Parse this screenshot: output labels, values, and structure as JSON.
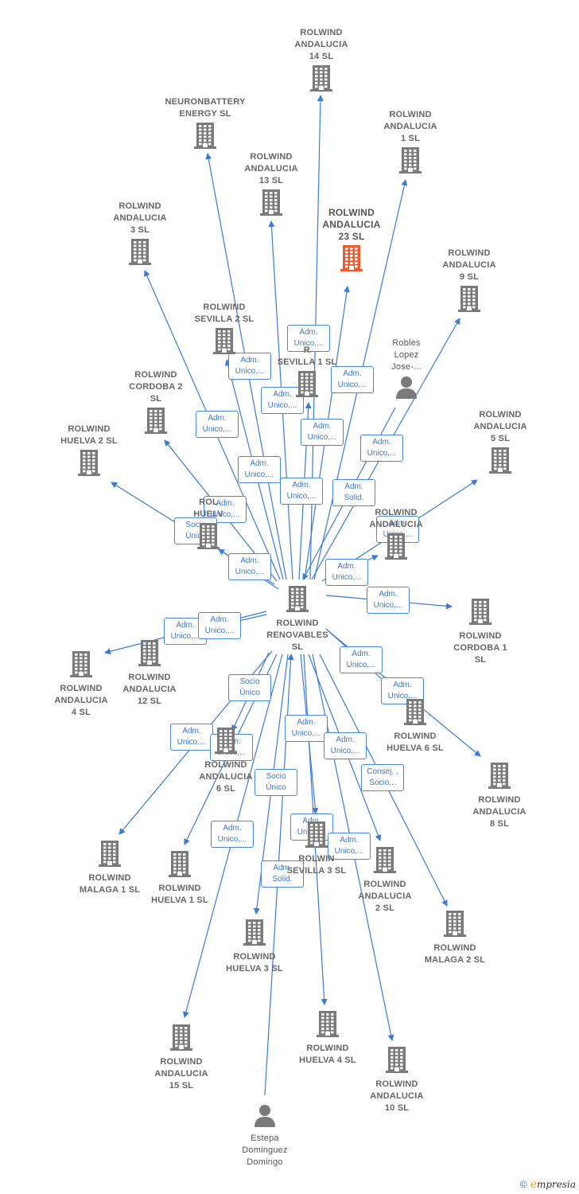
{
  "colors": {
    "edge": "#3a7bd5",
    "building": "#7a7a7a",
    "building_highlight": "#ee5a2f",
    "person": "#7a7a7a",
    "label": "#666666",
    "edge_label_text": "#3c78d2"
  },
  "nodes": [
    {
      "id": "center",
      "label": "ROLWIND\nRENOVABLES\nSL",
      "kind": "company"
    },
    {
      "id": "a14",
      "label": "ROLWIND\nANDALUCIA\n14  SL",
      "kind": "company"
    },
    {
      "id": "neuron",
      "label": "NEURONBATTERY\nENERGY  SL",
      "kind": "company"
    },
    {
      "id": "a1",
      "label": "ROLWIND\nANDALUCIA\n1  SL",
      "kind": "company"
    },
    {
      "id": "a13",
      "label": "ROLWIND\nANDALUCIA\n13  SL",
      "kind": "company"
    },
    {
      "id": "a23",
      "label": "ROLWIND\nANDALUCIA\n23  SL",
      "kind": "company",
      "highlight": true
    },
    {
      "id": "a3",
      "label": "ROLWIND\nANDALUCIA\n3  SL",
      "kind": "company"
    },
    {
      "id": "a9",
      "label": "ROLWIND\nANDALUCIA\n9  SL",
      "kind": "company"
    },
    {
      "id": "sev2",
      "label": "ROLWIND\nSEVILLA 2  SL",
      "kind": "company"
    },
    {
      "id": "sev1",
      "label": "R\nSEVILLA 1  SL",
      "kind": "company"
    },
    {
      "id": "robles",
      "label": "Robles\nLopez\nJose-...",
      "kind": "person"
    },
    {
      "id": "cord2",
      "label": "ROLWIND\nCORDOBA 2\nSL",
      "kind": "company"
    },
    {
      "id": "huel2",
      "label": "ROLWIND\nHUELVA 2  SL",
      "kind": "company"
    },
    {
      "id": "a5",
      "label": "ROLWIND\nANDALUCIA\n5  SL",
      "kind": "company"
    },
    {
      "id": "huelX",
      "label": "ROL\nHUELV",
      "kind": "company"
    },
    {
      "id": "aX",
      "label": "ROLWIND\nANDALUCIA",
      "kind": "company"
    },
    {
      "id": "cord1",
      "label": "ROLWIND\nCORDOBA 1\nSL",
      "kind": "company"
    },
    {
      "id": "a4",
      "label": "ROLWIND\nANDALUCIA\n4  SL",
      "kind": "company"
    },
    {
      "id": "a12",
      "label": "ROLWIND\nANDALUCIA\n12  SL",
      "kind": "company"
    },
    {
      "id": "huel6",
      "label": "ROLWIND\nHUELVA 6  SL",
      "kind": "company"
    },
    {
      "id": "a6",
      "label": "ROLWIND\nANDALUCIA\n6  SL",
      "kind": "company"
    },
    {
      "id": "a8",
      "label": "ROLWIND\nANDALUCIA\n8  SL",
      "kind": "company"
    },
    {
      "id": "mal1",
      "label": "ROLWIND\nMALAGA 1  SL",
      "kind": "company"
    },
    {
      "id": "huel1",
      "label": "ROLWIND\nHUELVA 1  SL",
      "kind": "company"
    },
    {
      "id": "sev3",
      "label": "ROLWIN\nSEVILLA 3  SL",
      "kind": "company"
    },
    {
      "id": "a2",
      "label": "ROLWIND\nANDALUCIA\n2  SL",
      "kind": "company"
    },
    {
      "id": "mal2",
      "label": "ROLWIND\nMALAGA 2  SL",
      "kind": "company"
    },
    {
      "id": "huel3",
      "label": "ROLWIND\nHUELVA 3  SL",
      "kind": "company"
    },
    {
      "id": "a15",
      "label": "ROLWIND\nANDALUCIA\n15  SL",
      "kind": "company"
    },
    {
      "id": "huel4",
      "label": "ROLWIND\nHUELVA 4  SL",
      "kind": "company"
    },
    {
      "id": "a10",
      "label": "ROLWIND\nANDALUCIA\n10  SL",
      "kind": "company"
    },
    {
      "id": "estepa",
      "label": "Estepa\nDominguez\nDomingo",
      "kind": "person"
    }
  ],
  "edges": [
    {
      "from": "center",
      "to": "a14",
      "label": "Adm.\nUnico,..."
    },
    {
      "from": "center",
      "to": "neuron",
      "label": "Adm.\nUnico,..."
    },
    {
      "from": "center",
      "to": "a1",
      "label": "Adm.\nUnico,..."
    },
    {
      "from": "center",
      "to": "a13",
      "label": "Adm.\nUnico,..."
    },
    {
      "from": "center",
      "to": "a23",
      "label": "Adm.\nUnico,..."
    },
    {
      "from": "center",
      "to": "a3",
      "label": "Adm.\nUnico,..."
    },
    {
      "from": "center",
      "to": "a9",
      "label": "Adm.\nUnico,..."
    },
    {
      "from": "center",
      "to": "sev2",
      "label": "Adm.\nUnico,..."
    },
    {
      "from": "center",
      "to": "sev1",
      "label": "Adm.\nUnico,..."
    },
    {
      "from": "robles",
      "to": "center",
      "label": "Adm.\nSolid."
    },
    {
      "from": "center",
      "to": "cord2",
      "label": "Adm.\nUnico,..."
    },
    {
      "from": "center",
      "to": "huel2",
      "label": "Socio\nÚnico"
    },
    {
      "from": "center",
      "to": "a5",
      "label": "Adm.\nUnico,..."
    },
    {
      "from": "center",
      "to": "huelX",
      "label": "Adm.\nUnico,..."
    },
    {
      "from": "center",
      "to": "aX",
      "label": "Adm.\nUnico,..."
    },
    {
      "from": "center",
      "to": "cord1",
      "label": "Adm.\nUnico,..."
    },
    {
      "from": "center",
      "to": "a4",
      "label": "Adm.\nUnico,..."
    },
    {
      "from": "center",
      "to": "a12",
      "label": "Adm.\nUnico,..."
    },
    {
      "from": "center",
      "to": "huel6",
      "label": "Adm.\nUnico,..."
    },
    {
      "from": "center",
      "to": "a6",
      "label": "Socio\nÚnico"
    },
    {
      "from": "center",
      "to": "a8",
      "label": "Adm.\nUnico,..."
    },
    {
      "from": "center",
      "to": "mal1",
      "label": "Adm.\nUnico,..."
    },
    {
      "from": "center",
      "to": "huel1",
      "label": "Adm.\nUnico,..."
    },
    {
      "from": "center",
      "to": "sev3",
      "label": "Adm.\nUnico,..."
    },
    {
      "from": "center",
      "to": "a2",
      "label": "Adm.\nUnico,..."
    },
    {
      "from": "center",
      "to": "mal2",
      "label": "Consej. ,\nSocio..."
    },
    {
      "from": "center",
      "to": "huel3",
      "label": "Socio\nÚnico"
    },
    {
      "from": "center",
      "to": "a15",
      "label": "Adm.\nUnico,..."
    },
    {
      "from": "center",
      "to": "huel4",
      "label": "Adm.\nUnico,..."
    },
    {
      "from": "center",
      "to": "a10",
      "label": "Adm.\nUnico,..."
    },
    {
      "from": "estepa",
      "to": "center",
      "label": "Adm.\nSolid."
    }
  ],
  "footer": {
    "copyright": "©",
    "brand_initial": "e",
    "brand_rest": "mpresia"
  }
}
